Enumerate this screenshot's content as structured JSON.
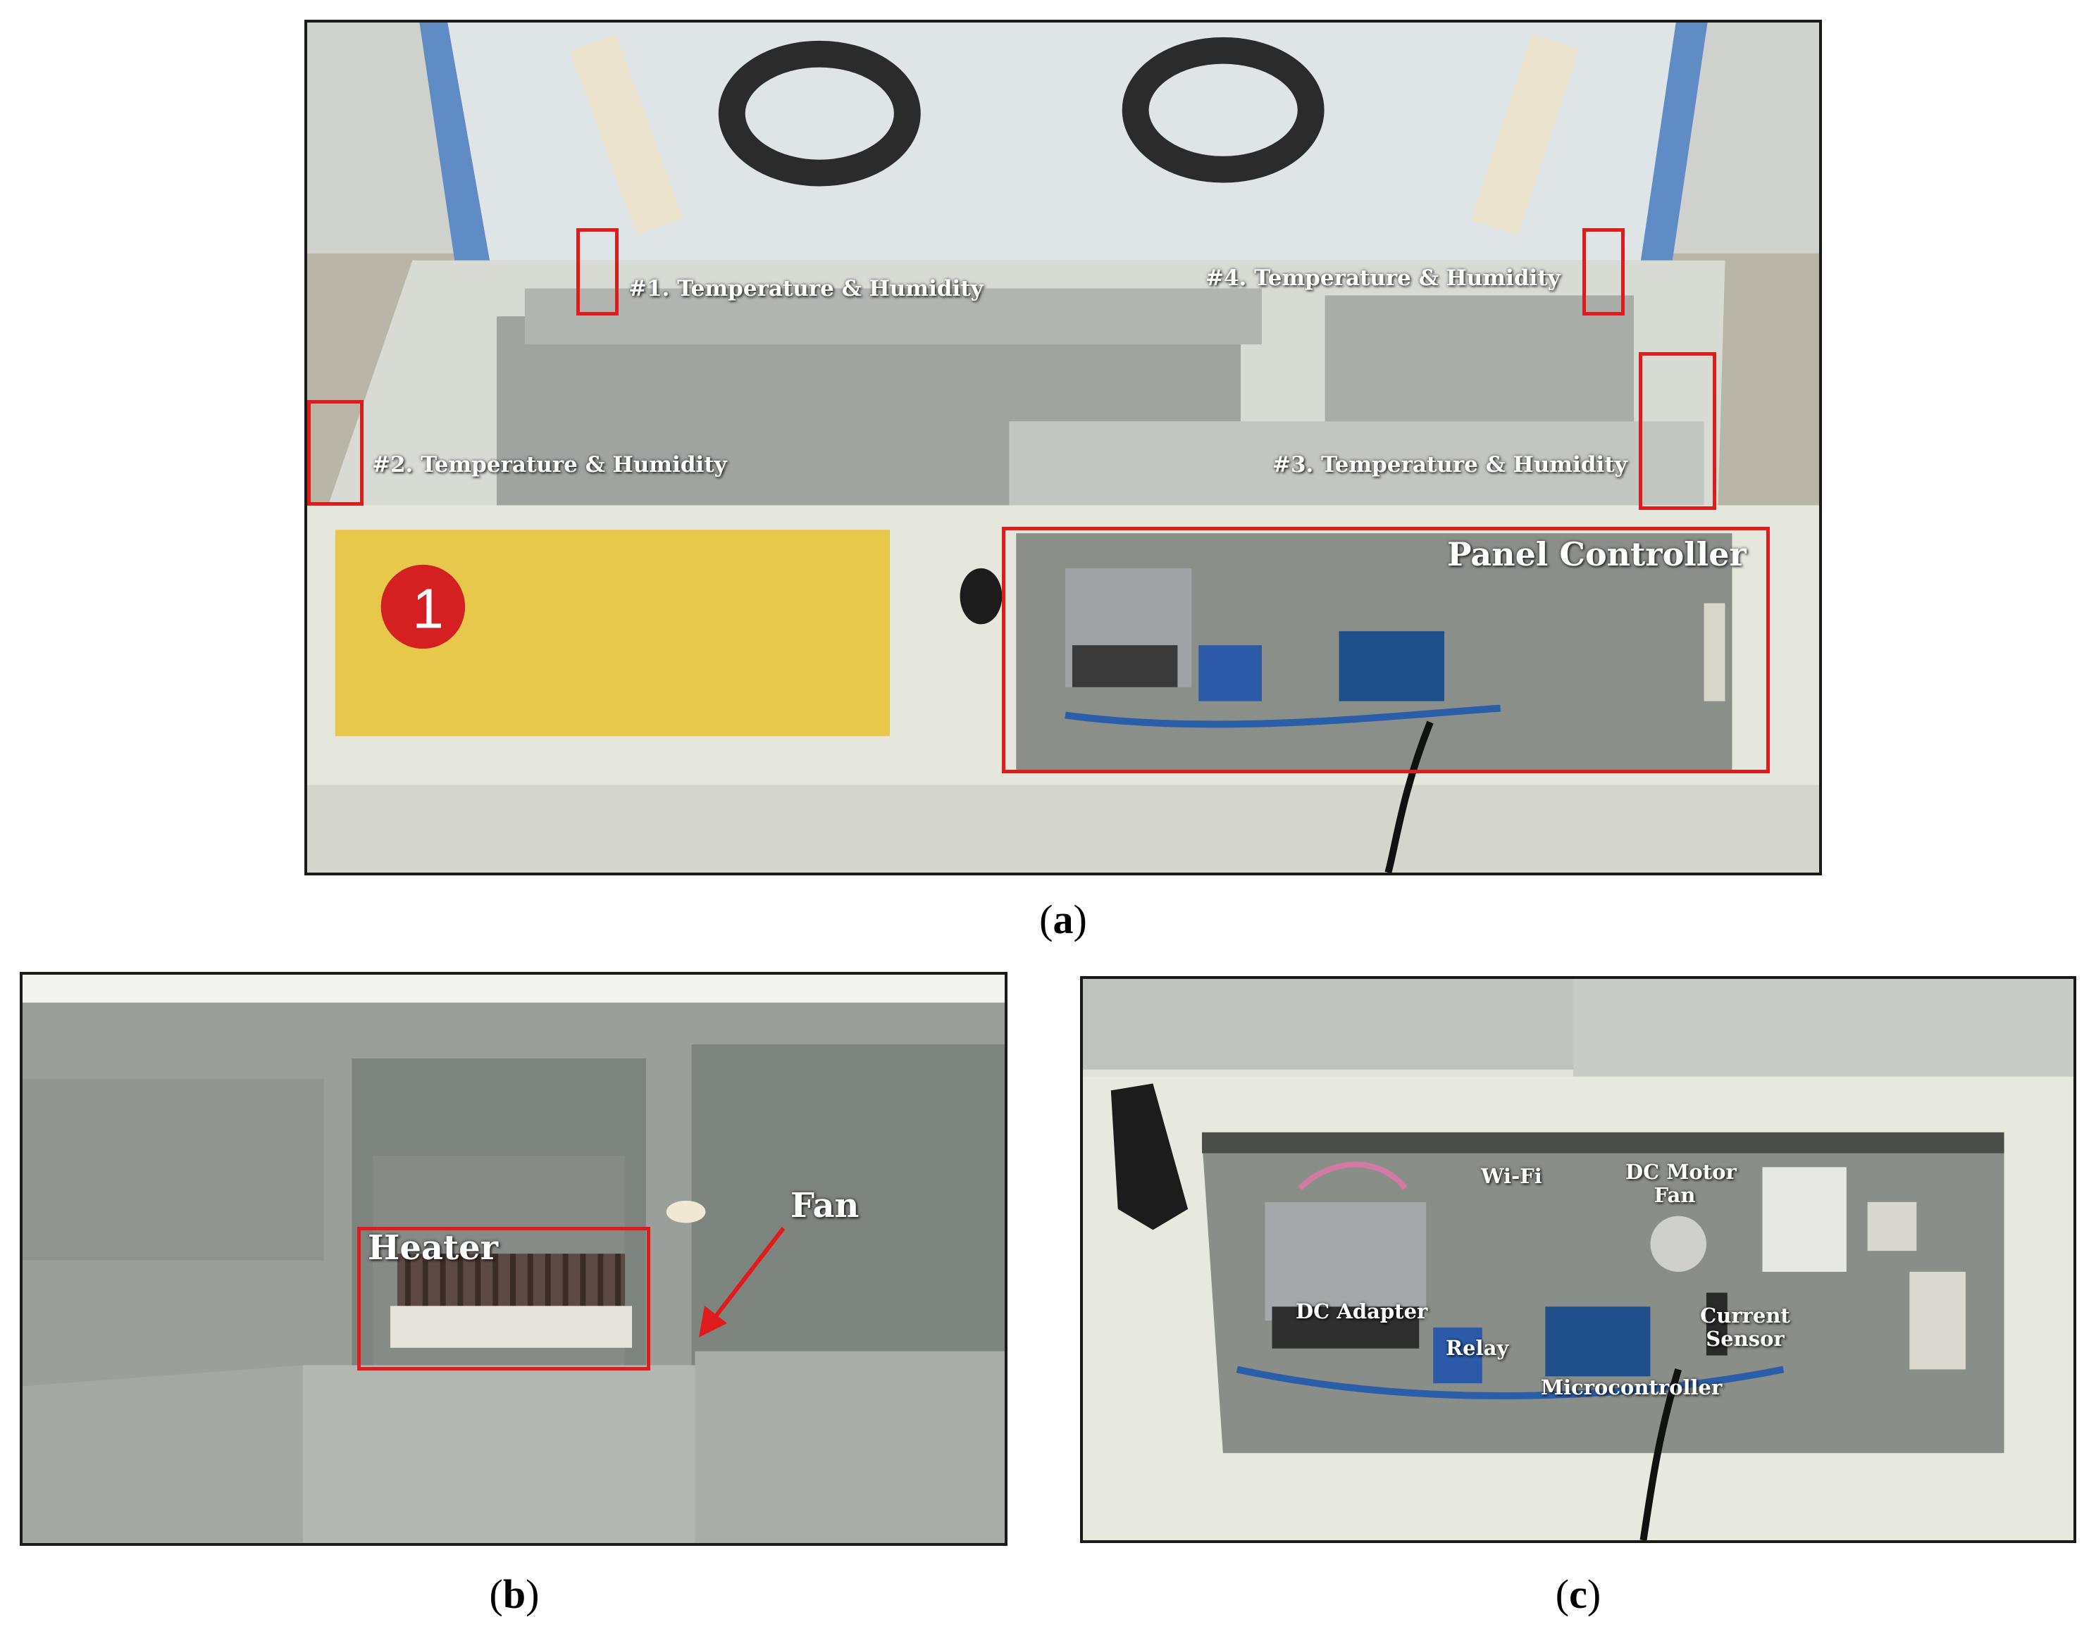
{
  "panels": {
    "a": {
      "caption_open": "(",
      "caption_letter": "a",
      "caption_close": ")",
      "labels": {
        "sensor1": "#1. Temperature & Humidity",
        "sensor2": "#2. Temperature & Humidity",
        "sensor3": "#3. Temperature & Humidity",
        "sensor4": "#4. Temperature & Humidity",
        "panel_controller": "Panel Controller"
      }
    },
    "b": {
      "caption_open": "(",
      "caption_letter": "b",
      "caption_close": ")",
      "labels": {
        "heater": "Heater",
        "fan": "Fan"
      }
    },
    "c": {
      "caption_open": "(",
      "caption_letter": "c",
      "caption_close": ")",
      "labels": {
        "wifi": "Wi-Fi",
        "dc_motor_fan_line1": "DC Motor",
        "dc_motor_fan_line2": "Fan",
        "dc_adapter": "DC Adapter",
        "relay": "Relay",
        "microcontroller": "Microcontroller",
        "current_sensor_line1": "Current",
        "current_sensor_line2": "Sensor"
      }
    }
  },
  "colors": {
    "annotation_box": "#e01b1b",
    "label_text": "#ffffff",
    "housing": "#d9dccf",
    "interior_gray": "#8e948e"
  }
}
